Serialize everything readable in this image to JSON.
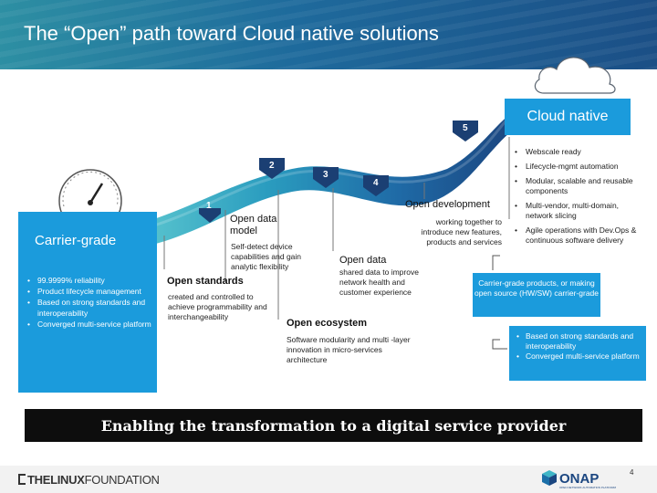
{
  "title": "The “Open” path toward Cloud native solutions",
  "steps": [
    "1",
    "2",
    "3",
    "4",
    "5"
  ],
  "cloud_native": {
    "label": "Cloud native",
    "bullets": [
      "Webscale ready",
      "Lifecycle-mgmt automation",
      "Modular, scalable and reusable components",
      "Multi-vendor, multi-domain, network slicing",
      "Agile operations with Dev.Ops & continuous software delivery"
    ]
  },
  "carrier_grade": {
    "label": "Carrier-grade",
    "bullets": [
      "99.9999% reliability",
      "Product lifecycle management",
      "Based on strong standards and interoperability",
      "Converged multi-service platform"
    ]
  },
  "stages": {
    "open_standards": {
      "title": "Open standards",
      "desc": "created and controlled to achieve programmability and interchangeability"
    },
    "open_data_model": {
      "title": "Open data model",
      "desc": "Self-detect device capabilities and gain analytic flexibility"
    },
    "open_ecosystem": {
      "title": "Open ecosystem",
      "desc": "Software modularity and multi -layer innovation in micro-services architecture"
    },
    "open_data": {
      "title": "Open data",
      "desc": "shared data to improve network health and customer experience"
    },
    "open_development": {
      "title": "Open development",
      "desc": "working together to introduce new features, products and services"
    }
  },
  "carrier_grade_products": "Carrier-grade products, or making open source (HW/SW) carrier-grade",
  "bottom_bullets": [
    "Based on strong standards and interoperability",
    "Converged multi-service platform"
  ],
  "banner": "Enabling the transformation to a digital service provider",
  "footer": {
    "lf_the": "THE",
    "lf_linux": "LINUX",
    "lf_foundation": "FOUNDATION",
    "onap": "ONAP",
    "onap_tagline": "OPEN NETWORK AUTOMATION PLATFORM",
    "page": "4"
  },
  "colors": {
    "accent": "#1b9bdc",
    "banner": "#0d0d0d",
    "header": "#1e6a9c",
    "ribbon_light": "#3fb6c7",
    "ribbon_dark": "#1b4680"
  }
}
